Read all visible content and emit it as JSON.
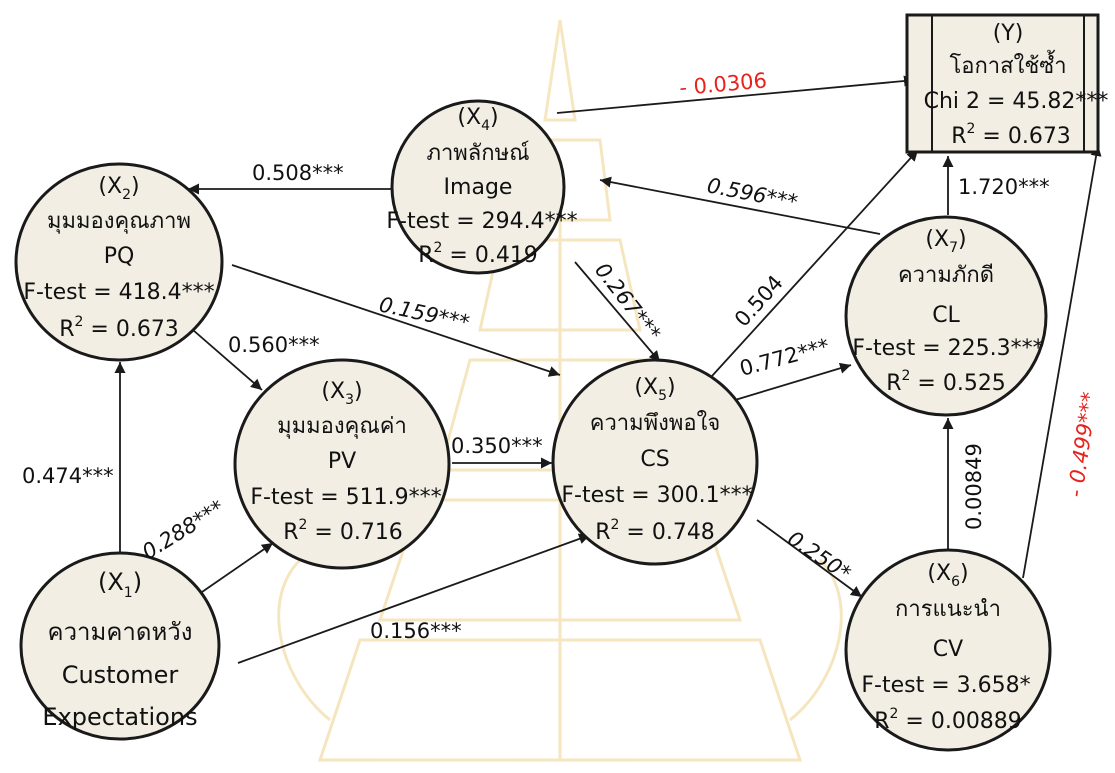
{
  "colors": {
    "node_fill": "#f2eee4",
    "stroke": "#1a1a1a",
    "text": "#111111",
    "negative": "#e8221d",
    "watermark": "#d8a623"
  },
  "nodes": {
    "x1": {
      "id_letter": "X",
      "id_sub": "1",
      "thai": "ความคาดหวัง",
      "en1": "Customer",
      "en2": "Expectations"
    },
    "x2": {
      "id_letter": "X",
      "id_sub": "2",
      "thai": "มุมมองคุณภาพ",
      "en": "PQ",
      "ftest": "F-test = 418.4***",
      "r2_prefix": "R",
      "r2_sup": "2",
      "r2_value": " = 0.673"
    },
    "x3": {
      "id_letter": "X",
      "id_sub": "3",
      "thai": "มุมมองคุณค่า",
      "en": "PV",
      "ftest": "F-test = 511.9***",
      "r2_prefix": "R",
      "r2_sup": "2",
      "r2_value": " = 0.716"
    },
    "x4": {
      "id_letter": "X",
      "id_sub": "4",
      "thai": "ภาพลักษณ์",
      "en": "Image",
      "ftest": "F-test = 294.4***",
      "r2_prefix": "R",
      "r2_sup": "2",
      "r2_value": " = 0.419"
    },
    "x5": {
      "id_letter": "X",
      "id_sub": "5",
      "thai": "ความพึงพอใจ",
      "en": "CS",
      "ftest": "F-test = 300.1***",
      "r2_prefix": "R",
      "r2_sup": "2",
      "r2_value": " = 0.748"
    },
    "x6": {
      "id_letter": "X",
      "id_sub": "6",
      "thai": "การแนะนำ",
      "en": "CV",
      "ftest": "F-test = 3.658*",
      "r2_prefix": "R",
      "r2_sup": "2",
      "r2_value": " = 0.00889"
    },
    "x7": {
      "id_letter": "X",
      "id_sub": "7",
      "thai": "ความภักดี",
      "en": "CL",
      "ftest": "F-test = 225.3***",
      "r2_prefix": "R",
      "r2_sup": "2",
      "r2_value": " = 0.525"
    },
    "y": {
      "id": "(Y)",
      "thai": "โอกาสใช้ซ้ำ",
      "chi": "Chi 2 = 45.82***",
      "r2_prefix": "R",
      "r2_sup": "2",
      "r2_value": " = 0.673"
    }
  },
  "paths": {
    "x4_y": "- 0.0306",
    "x4_x2": "0.508***",
    "x7_x4": "0.596***",
    "y_x7": "1.720***",
    "x2_x5": "0.159***",
    "x4_x5": "0.267***",
    "x5_y": "0.504",
    "x2_x3": "0.560***",
    "x5_x7": "0.772***",
    "x3_x5": "0.350***",
    "x1_x2": "0.474***",
    "x1_x3": "0.288***",
    "x1_x5": "0.156***",
    "x5_x6": "0.250*",
    "x6_x7": "0.00849",
    "x6_y": "- 0.499***"
  }
}
